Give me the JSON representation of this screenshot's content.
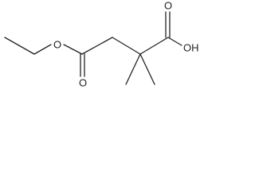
{
  "colors": {
    "background": "#ffffff",
    "bond": "#222222",
    "label": "#222222"
  },
  "molecule": {
    "atom_labels": {
      "ester_ether_oxygen": "O",
      "ester_carbonyl_oxygen": "O",
      "acid_carbonyl_oxygen": "O",
      "acid_hydroxyl": "OH"
    }
  }
}
